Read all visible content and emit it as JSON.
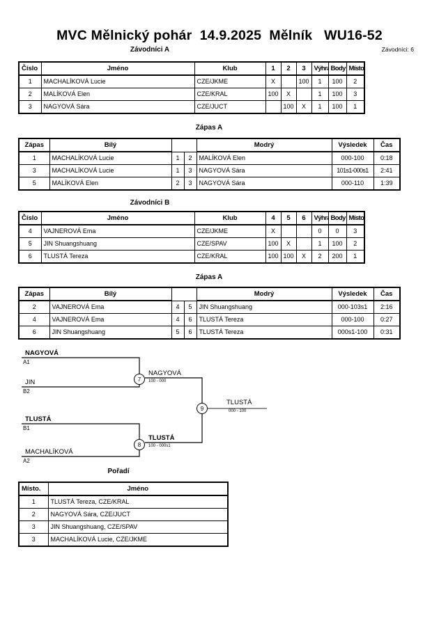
{
  "header": {
    "title": "MVC Mělnický pohár  14.9.2025  Mělník   WU16-52",
    "entrants_label": "Závodníci: 6"
  },
  "sections": {
    "group_a_caption": "Závodníci A",
    "match_a_caption": "Zápas A",
    "group_b_caption": "Závodníci B",
    "match_b_caption": "Zápas A",
    "standings_caption": "Pořadí"
  },
  "group_a": {
    "headers": [
      "Číslo",
      "Jméno",
      "Klub",
      "1",
      "2",
      "3",
      "Výhra",
      "Body",
      "Místo."
    ],
    "rows": [
      {
        "cislo": "1",
        "jmeno": "MACHALÍKOVÁ Lucie",
        "klub": "CZE/JKME",
        "m1": "X",
        "m2": "",
        "m3": "100",
        "vyhra": "1",
        "body": "100",
        "misto": "2"
      },
      {
        "cislo": "2",
        "jmeno": "MALÍKOVÁ Elen",
        "klub": "CZE/KRAL",
        "m1": "100",
        "m2": "X",
        "m3": "",
        "vyhra": "1",
        "body": "100",
        "misto": "3"
      },
      {
        "cislo": "3",
        "jmeno": "NAGYOVÁ Sára",
        "klub": "CZE/JUCT",
        "m1": "",
        "m2": "100",
        "m3": "X",
        "vyhra": "1",
        "body": "100",
        "misto": "1"
      }
    ]
  },
  "match_a": {
    "headers": [
      "Zápas",
      "Bílý",
      "",
      "",
      "Modrý",
      "Výsledek",
      "Čas"
    ],
    "rows": [
      {
        "zapas": "1",
        "bily": "MACHALÍKOVÁ Lucie",
        "bily_bold": false,
        "n1": "1",
        "n2": "2",
        "modry": "MALÍKOVÁ Elen",
        "modry_bold": true,
        "vysledek": "000-100",
        "cas": "0:18"
      },
      {
        "zapas": "3",
        "bily": "MACHALÍKOVÁ Lucie",
        "bily_bold": true,
        "n1": "1",
        "n2": "3",
        "modry": "NAGYOVÁ Sára",
        "modry_bold": false,
        "vysledek": "101s1-000s1",
        "cas": "2:41"
      },
      {
        "zapas": "5",
        "bily": "MALÍKOVÁ Elen",
        "bily_bold": false,
        "n1": "2",
        "n2": "3",
        "modry": "NAGYOVÁ Sára",
        "modry_bold": true,
        "vysledek": "000-110",
        "cas": "1:39"
      }
    ]
  },
  "group_b": {
    "headers": [
      "Číslo",
      "Jméno",
      "Klub",
      "4",
      "5",
      "6",
      "Výhra",
      "Body",
      "Místo."
    ],
    "rows": [
      {
        "cislo": "4",
        "jmeno": "VAJNEROVÁ Ema",
        "klub": "CZE/JKME",
        "m1": "X",
        "m2": "",
        "m3": "",
        "vyhra": "0",
        "body": "0",
        "misto": "3"
      },
      {
        "cislo": "5",
        "jmeno": "JIN Shuangshuang",
        "klub": "CZE/SPAV",
        "m1": "100",
        "m2": "X",
        "m3": "",
        "vyhra": "1",
        "body": "100",
        "misto": "2"
      },
      {
        "cislo": "6",
        "jmeno": "TLUSTÁ Tereza",
        "klub": "CZE/KRAL",
        "m1": "100",
        "m2": "100",
        "m3": "X",
        "vyhra": "2",
        "body": "200",
        "misto": "1"
      }
    ]
  },
  "match_b": {
    "headers": [
      "Zápas",
      "Bílý",
      "",
      "",
      "Modrý",
      "Výsledek",
      "Čas"
    ],
    "rows": [
      {
        "zapas": "2",
        "bily": "VAJNEROVÁ Ema",
        "bily_bold": false,
        "n1": "4",
        "n2": "5",
        "modry": "JIN Shuangshuang",
        "modry_bold": true,
        "vysledek": "000-103s1",
        "cas": "2:16"
      },
      {
        "zapas": "4",
        "bily": "VAJNEROVÁ Ema",
        "bily_bold": false,
        "n1": "4",
        "n2": "6",
        "modry": "TLUSTÁ Tereza",
        "modry_bold": true,
        "vysledek": "000-100",
        "cas": "0:27"
      },
      {
        "zapas": "6",
        "bily": "JIN Shuangshuang",
        "bily_bold": false,
        "n1": "5",
        "n2": "6",
        "modry": "TLUSTÁ Tereza",
        "modry_bold": true,
        "vysledek": "000s1-100",
        "cas": "0:31"
      }
    ]
  },
  "bracket": {
    "semifinal_1": {
      "number": "7",
      "top_name": "NAGYOVÁ",
      "top_seed": "A1",
      "bottom_name": "JIN",
      "bottom_seed": "B2",
      "winner": "NAGYOVÁ",
      "score": "100 - 000"
    },
    "semifinal_2": {
      "number": "8",
      "top_name": "TLUSTÁ",
      "top_seed": "B1",
      "bottom_name": "MACHALÍKOVÁ",
      "bottom_seed": "A2",
      "winner": "TLUSTÁ",
      "score": "100 - 000s1"
    },
    "final": {
      "number": "9",
      "winner": "TLUSTÁ",
      "score": "000 - 100"
    }
  },
  "standings": {
    "headers": [
      "Místo.",
      "Jméno"
    ],
    "rows": [
      {
        "misto": "1",
        "jmeno": "TLUSTÁ Tereza, CZE/KRAL"
      },
      {
        "misto": "2",
        "jmeno": "NAGYOVÁ Sára, CZE/JUCT"
      },
      {
        "misto": "3",
        "jmeno": "JIN Shuangshuang, CZE/SPAV"
      },
      {
        "misto": "3",
        "jmeno": "MACHALÍKOVÁ Lucie, CZE/JKME"
      }
    ]
  }
}
